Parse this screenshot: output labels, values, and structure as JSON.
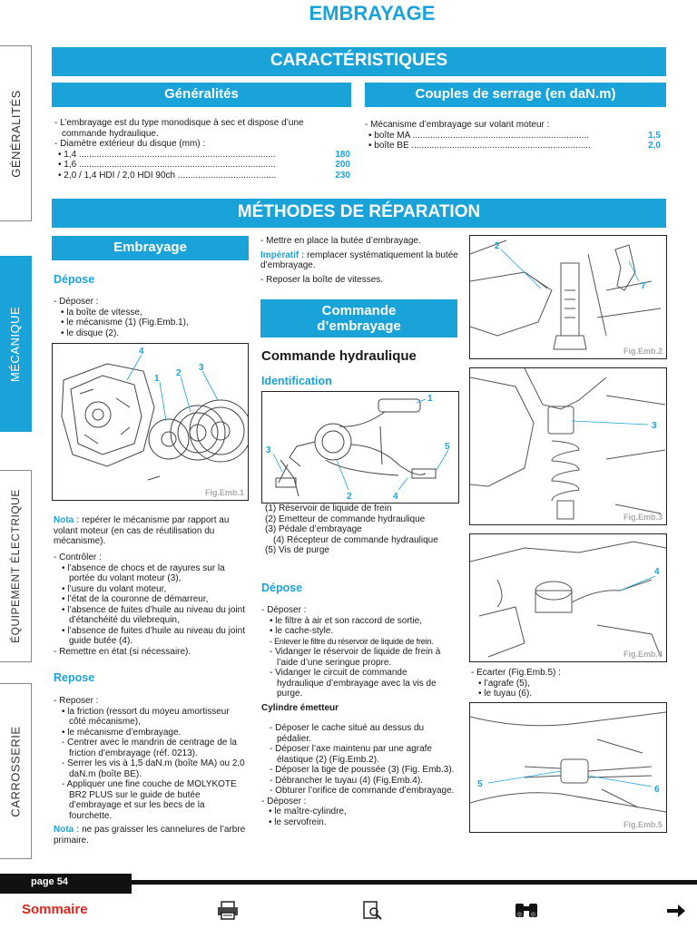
{
  "header": {
    "title": "EMBRAYAGE"
  },
  "side_tabs": [
    {
      "label": "GÉNÉRALITÉS"
    },
    {
      "label": "MÉCANIQUE"
    },
    {
      "label": "ÉQUIPEMENT ÉLECTRIQUE"
    },
    {
      "label": "CARROSSERIE"
    }
  ],
  "caracteristiques": {
    "banner": "CARACTÉRISTIQUES",
    "generalites": {
      "title": "Généralités",
      "lines": [
        "- L’embrayage est du type monodisque à sec et dispose d’une",
        "commande hydraulique.",
        "- Diamètre extérieur du disque (mm) :"
      ],
      "items": [
        {
          "label": "• 1,4 ..............................................................................",
          "value": "180"
        },
        {
          "label": "• 1,6 ..............................................................................",
          "value": "200"
        },
        {
          "label": "• 2,0 / 1,4 HDI / 2,0 HDI 90ch .......................................",
          "value": "230"
        }
      ]
    },
    "couples": {
      "title": "Couples de serrage (en daN.m)",
      "intro": "- Mécanisme d’embrayage sur volant moteur :",
      "items": [
        {
          "label": "• boîte MA ......................................................................",
          "value": "1,5"
        },
        {
          "label": "• boîte BE .......................................................................",
          "value": "2,0"
        }
      ]
    }
  },
  "methodes": {
    "banner": "MÉTHODES DE RÉPARATION"
  },
  "col1": {
    "embrayage_title": "Embrayage",
    "depose_title": "Dépose",
    "depose_lines": [
      "- Déposer :",
      "• la boîte de vitesse,",
      "• le mécanisme (1) (Fig.Emb.1),",
      "• le disque (2)."
    ],
    "fig1": {
      "label": "Fig.Emb.1",
      "callouts": [
        "4",
        "1",
        "2",
        "3"
      ]
    },
    "nota_label": "Nota :",
    "nota_text": "repérer le mécanisme par rapport au volant moteur (en cas de réutilisation du mécanisme).",
    "controler": [
      "- Contrôler :",
      "• l’absence de chocs et de rayures sur la portée du volant moteur (3),",
      "• l’usure du volant moteur,",
      "• l’état de la couronne de démarreur,",
      "• l’absence de fuites d’huile au niveau du joint d’étanchéité du vilebrequin,",
      "• l’absence de fuites d’huile au niveau du joint guide butée (4).",
      "- Remettre en état (si nécessaire)."
    ],
    "repose_title": "Repose",
    "repose_lines": [
      "- Reposer :",
      "• la friction (ressort du moyeu amortisseur côté mécanisme),",
      "• le mécanisme d’embrayage.",
      "- Centrer avec le mandrin de centrage de la friction d’embrayage (réf. 0213).",
      "- Serrer les vis à 1,5 daN.m (boîte MA) ou 2,0 daN.m (boîte BE).",
      "- Appliquer une fine couche de MOLYKOTE BR2 PLUS sur le guide de butée d’embrayage et sur les becs de la fourchette."
    ],
    "nota2_label": "Nota :",
    "nota2_text": "ne pas graisser les cannelures de l’arbre primaire."
  },
  "col2": {
    "top_lines": [
      "- Mettre en place la butée d’embrayage."
    ],
    "imperatif_label": "Impératif :",
    "imperatif_text": "remplacer systématiquement la butée d’embrayage.",
    "reposer_boite": "- Reposer la boîte de vitesses.",
    "commande_banner": "Commande d’embrayage",
    "commande_hydraulique": "Commande hydraulique",
    "identification": "Identification",
    "diagram_callouts": [
      "1",
      "3",
      "2",
      "4",
      "5"
    ],
    "legend": [
      "(1) Réservoir de liquide de frein",
      "(2) Emetteur de commande hydraulique",
      "(3) Pédale d’embrayage",
      "(4) Récepteur de commande hydraulique",
      "(5) Vis de purge"
    ],
    "depose_title": "Dépose",
    "depose_lines": [
      "- Déposer :",
      "• le filtre à air et son raccord de sortie,",
      "• le cache-style.",
      "- Enlever le filtre du réservoir de liquide de frein.",
      "- Vidanger le réservoir de liquide de frein à l’aide d’une seringue propre.",
      "- Vidanger le circuit de commande hydraulique d’embrayage avec la vis de purge."
    ],
    "cylindre_title": "Cylindre émetteur",
    "cylindre_lines": [
      "- Déposer le cache situé au dessus du pédalier.",
      "- Déposer l’axe maintenu par une agrafe élastique (2) (Fig.Emb.2).",
      "- Déposer la tige de poussée (3) (Fig. Emb.3).",
      "- Débrancher le tuyau (4) (Fig.Emb.4).",
      "- Obturer l’orifice de commande d’embrayage.",
      "- Déposer :",
      "• le maître-cylindre,",
      "• le servofrein."
    ]
  },
  "col3": {
    "fig2": {
      "label": "Fig.Emb.2",
      "callouts": [
        "2",
        "7"
      ]
    },
    "fig3": {
      "label": "Fig.Emb.3",
      "callouts": [
        "3"
      ]
    },
    "fig4": {
      "label": "Fig.Emb.4",
      "callouts": [
        "4"
      ]
    },
    "ecarter": [
      "- Ecarter (Fig.Emb.5) :",
      "• l’agrafe (5),",
      "• le tuyau (6)."
    ],
    "fig5": {
      "label": "Fig.Emb.5",
      "callouts": [
        "5",
        "6"
      ]
    }
  },
  "footer": {
    "page": "page 54",
    "sommaire": "Sommaire",
    "icons": [
      "printer-icon",
      "search-document-icon",
      "binoculars-icon",
      "arrow-right-icon"
    ]
  }
}
